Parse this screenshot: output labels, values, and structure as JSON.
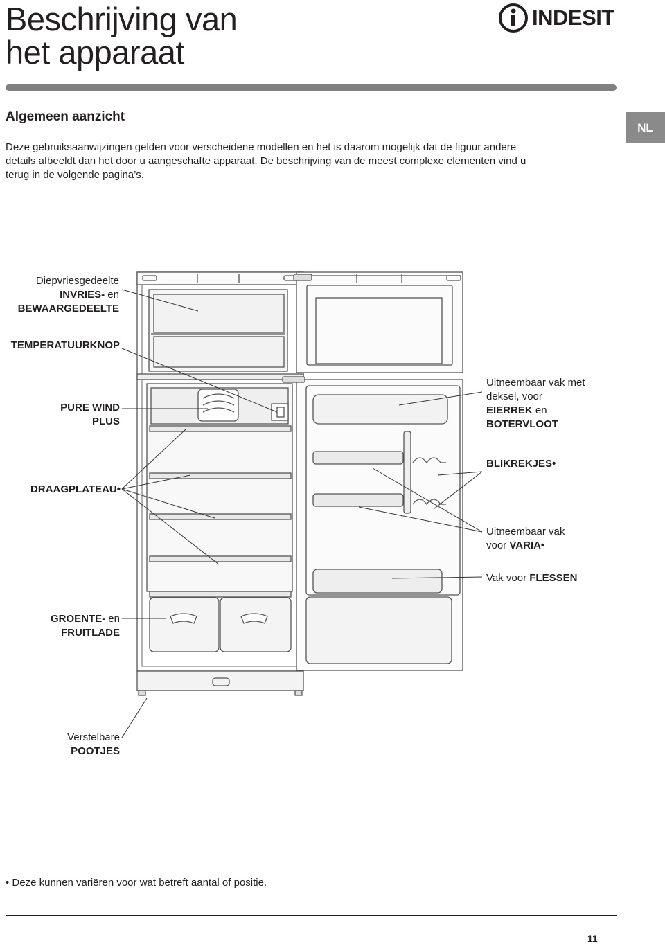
{
  "header": {
    "title_line1": "Beschrijving van",
    "title_line2": "het apparaat",
    "brand": "INDESIT"
  },
  "lang_tab": "NL",
  "section": {
    "heading": "Algemeen aanzicht",
    "intro_line1": "Deze gebruiksaanwijzingen gelden voor verscheidene modellen en het is daarom mogelijk dat de figuur andere",
    "intro_line2": "details afbeeldt dan het door u aangeschafte apparaat. De beschrijving van de meest complexe elementen vind u",
    "intro_line3": "terug in de volgende pagina’s."
  },
  "labels": {
    "freezer": {
      "l1": "Diepvriesgedeelte",
      "l2_bold": "INVRIES-",
      "l2_rest": " en",
      "l3_bold": "BEWAARGEDEELTE"
    },
    "thermostat": "TEMPERATUURKNOP",
    "pure_wind": {
      "l1": "PURE WIND",
      "l2": "PLUS"
    },
    "shelf": "DRAAGPLATEAU•",
    "crisper": {
      "l1_bold": "GROENTE-",
      "l1_rest": " en",
      "l2_bold": "FRUITLADE"
    },
    "feet": {
      "l1": "Verstelbare",
      "l2_bold": "POOTJES"
    },
    "egg_compartment": {
      "l1": "Uitneembaar vak met",
      "l2": "deksel, voor",
      "l3_bold": "EIERREK",
      "l3_rest": " en",
      "l4_bold": "BOTERVLOOT"
    },
    "can_rack": "BLIKREKJES•",
    "varia": {
      "l1": "Uitneembaar vak",
      "l2_prefix": "voor ",
      "l2_bold": "VARIA•"
    },
    "bottles": {
      "prefix": "Vak voor ",
      "bold": "FLESSEN"
    }
  },
  "footnote": "• Deze kunnen variëren voor wat betreft aantal of positie.",
  "page_number": "11",
  "colors": {
    "text": "#231f20",
    "rule_gray": "#808080",
    "tab_gray": "#8a8a8a",
    "drawing_line": "#555555"
  }
}
